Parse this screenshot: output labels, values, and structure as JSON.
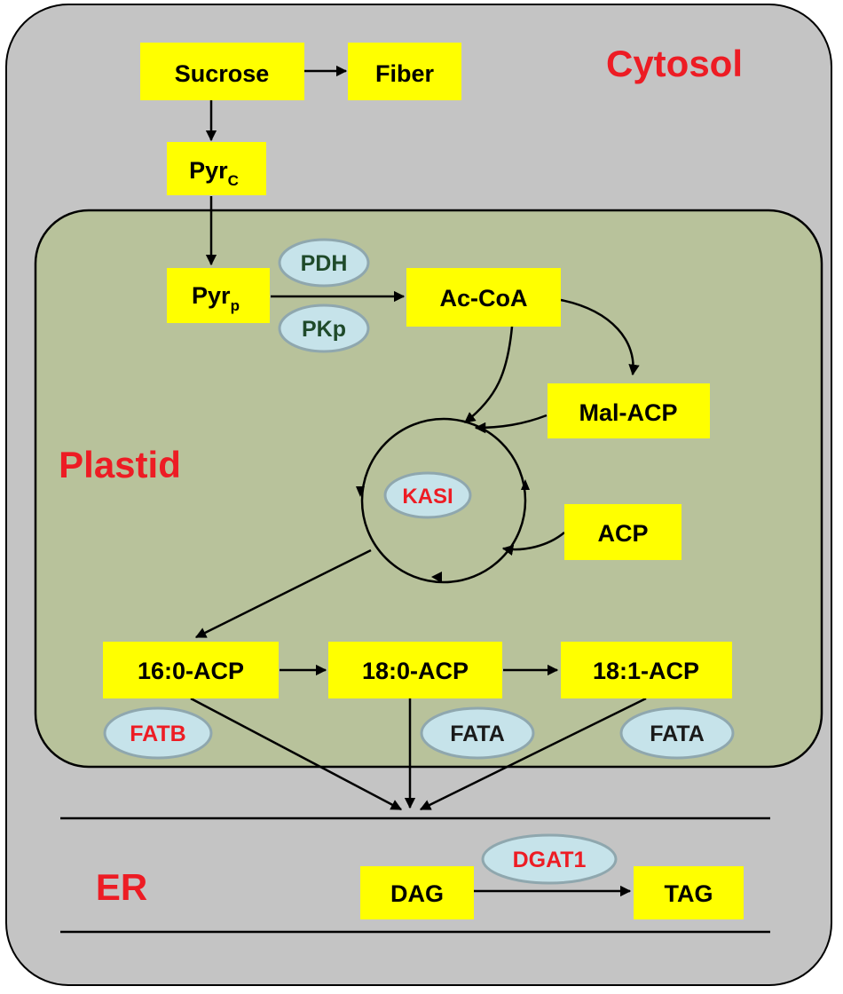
{
  "compartments": {
    "cytosol": "Cytosol",
    "plastid": "Plastid",
    "er": "ER"
  },
  "metabolites": {
    "sucrose": "Sucrose",
    "fiber": "Fiber",
    "pyr_c_base": "Pyr",
    "pyr_c_sub": "C",
    "pyr_p_base": "Pyr",
    "pyr_p_sub": "p",
    "ac_coa": "Ac-CoA",
    "mal_acp": "Mal-ACP",
    "acp": "ACP",
    "c16_0_acp": "16:0-ACP",
    "c18_0_acp": "18:0-ACP",
    "c18_1_acp": "18:1-ACP",
    "dag": "DAG",
    "tag": "TAG"
  },
  "enzymes": {
    "pdh": "PDH",
    "pkp": "PKp",
    "kasi": "KASI",
    "fatb": "FATB",
    "fata_1": "FATA",
    "fata_2": "FATA",
    "dgat1": "DGAT1"
  },
  "colors": {
    "cell_fill": "#c4c4c4",
    "plastid_fill": "#b8c29b",
    "metabolite_box": "#ffff00",
    "enzyme_fill": "#c6e3ea",
    "enzyme_border": "#8fa7ae",
    "compartment_label": "#ed1c24",
    "enzyme_highlight": "#ed1c24",
    "enzyme_dark": "#1f4a2a"
  }
}
